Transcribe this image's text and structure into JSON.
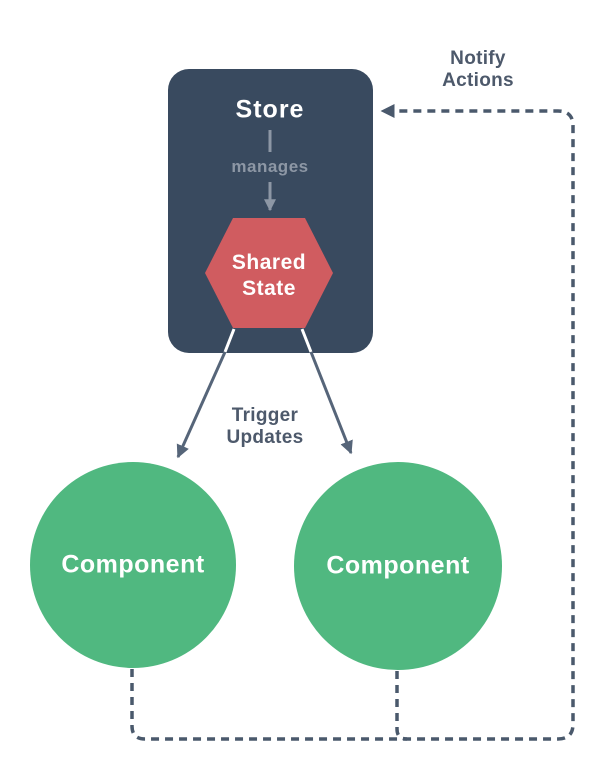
{
  "colors": {
    "navy": "#394a5f",
    "red": "#d05c60",
    "green": "#50b880",
    "muted_gray": "#8d97a5",
    "label_navy": "#4d596b",
    "dash": "#4a596c",
    "arrow": "#566579",
    "white": "#ffffff"
  },
  "store": {
    "title": "Store",
    "manages_label": "manages",
    "shared_state_label": "Shared\nState"
  },
  "labels": {
    "notify": "Notify\nActions",
    "trigger": "Trigger\nUpdates"
  },
  "components": {
    "left": "Component",
    "right": "Component"
  }
}
